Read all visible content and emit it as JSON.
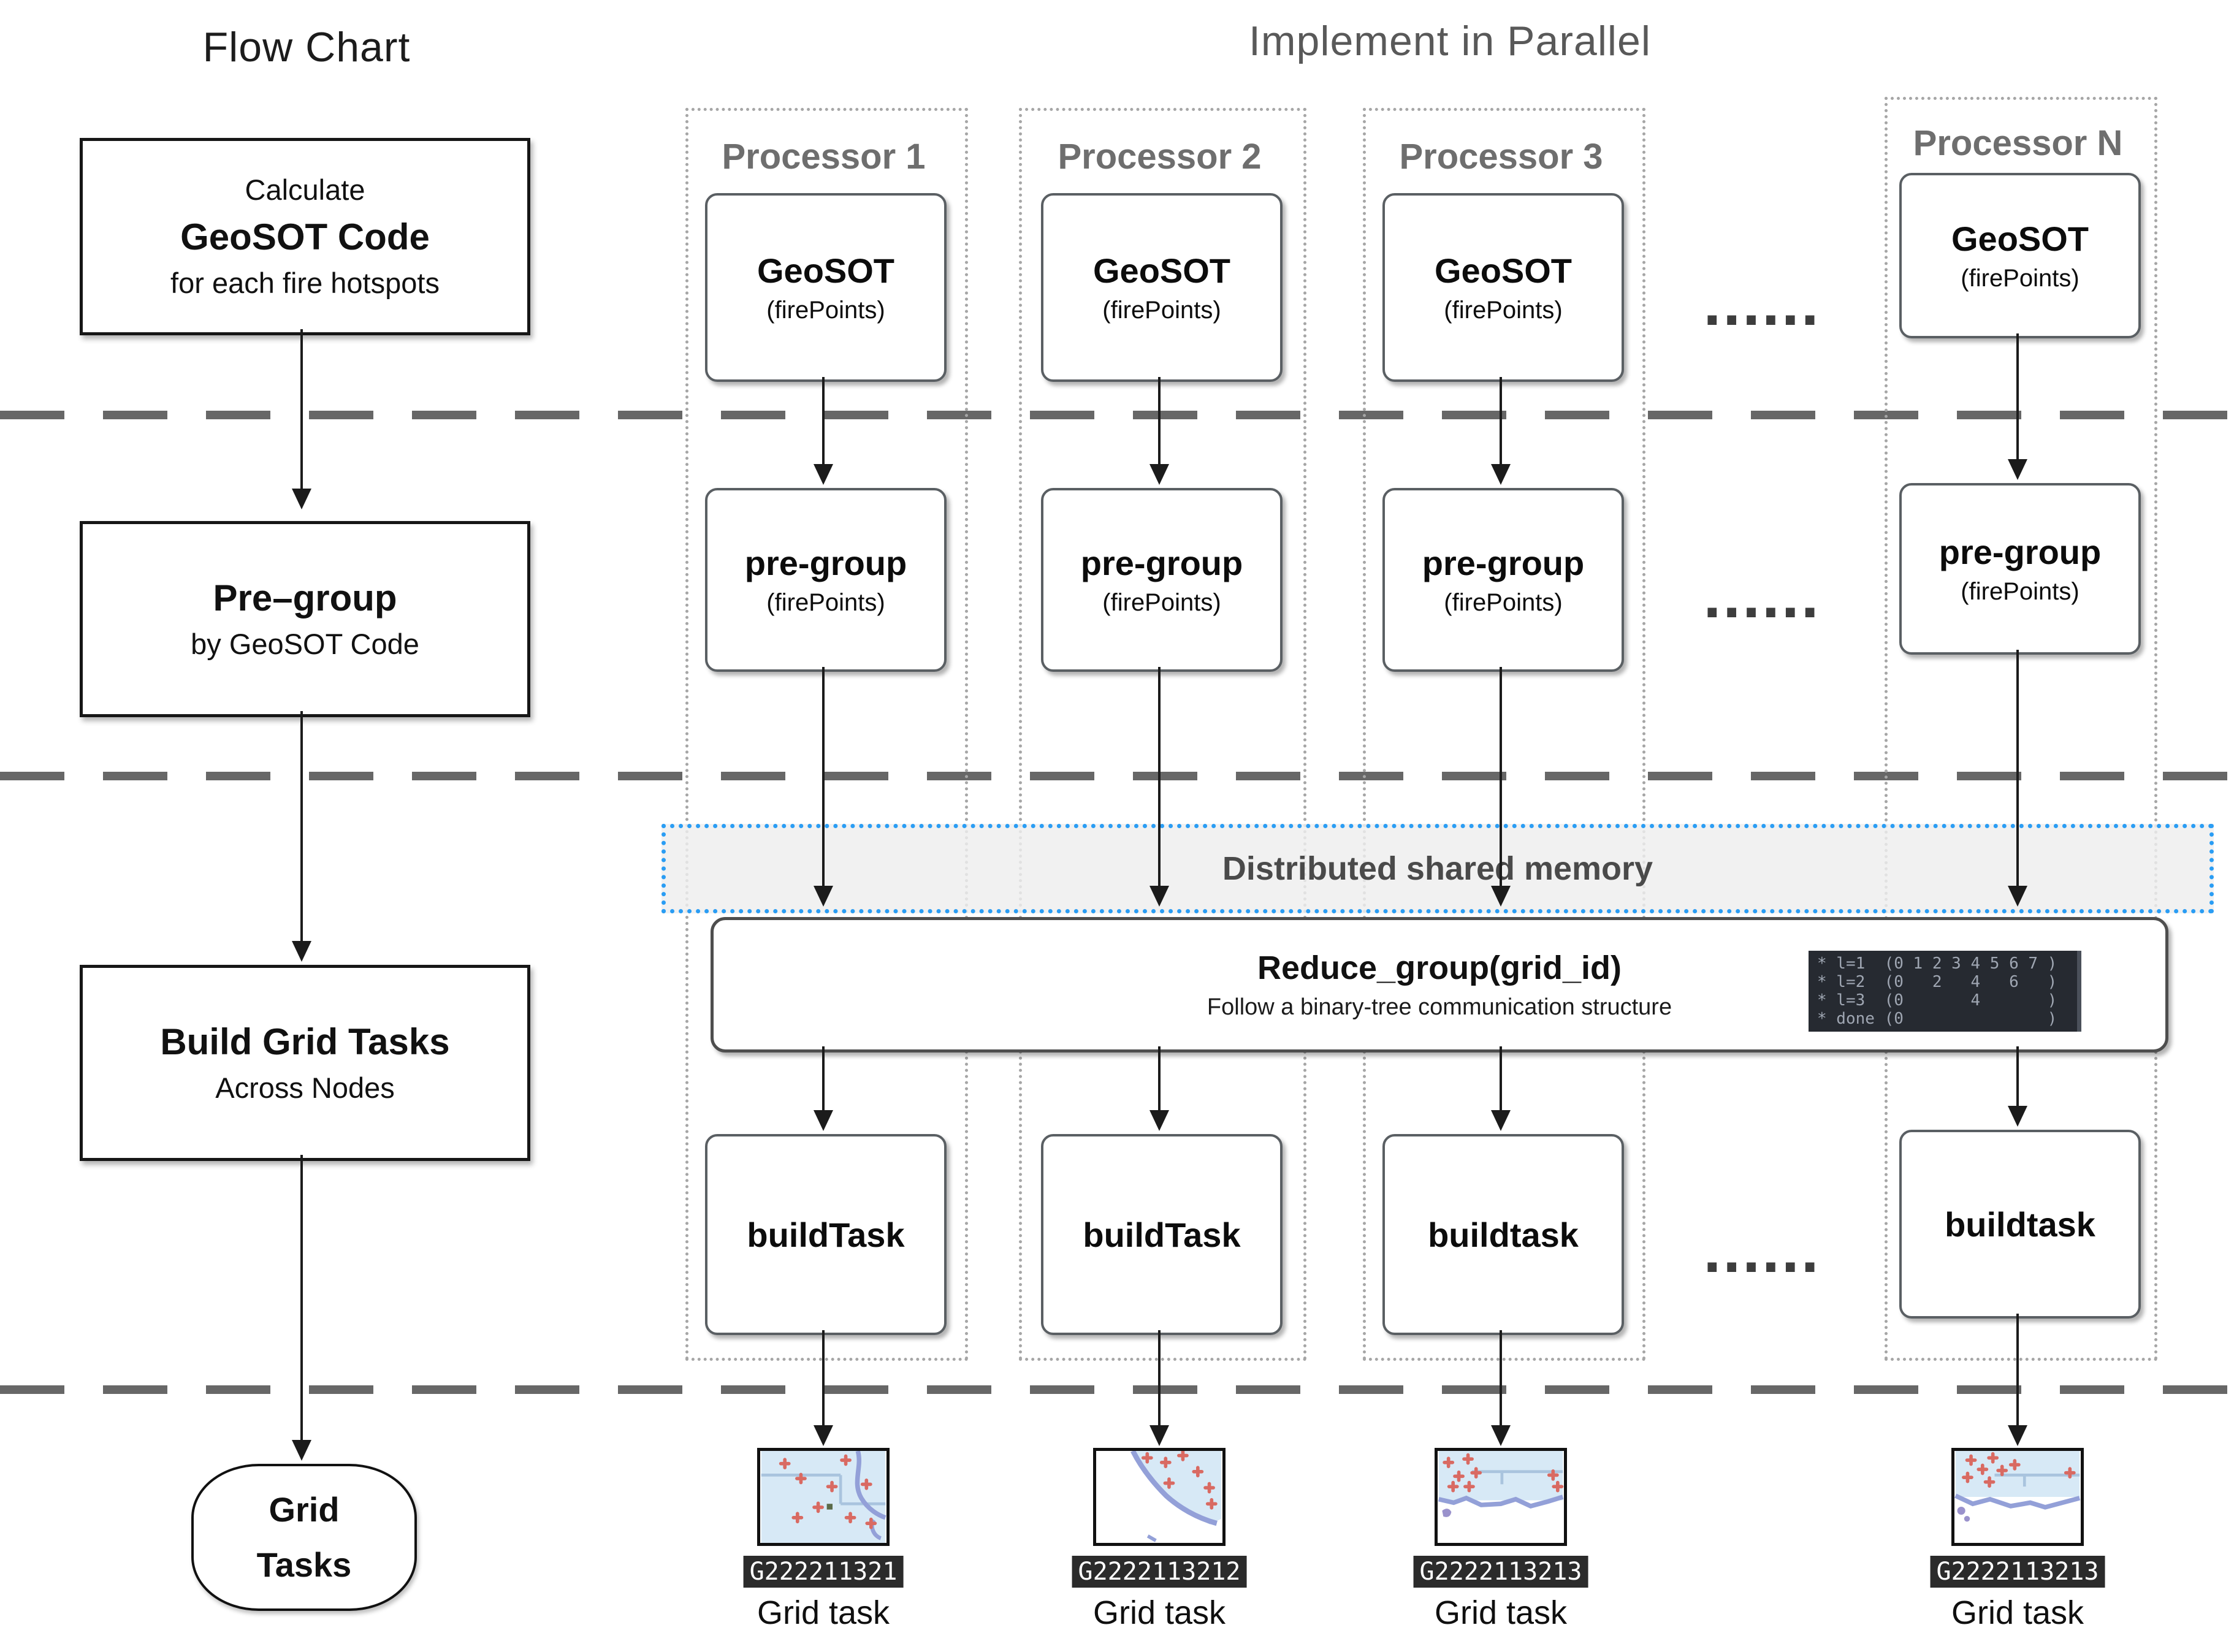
{
  "titles": {
    "flow_chart": "Flow Chart",
    "parallel": "Implement in Parallel"
  },
  "flow": {
    "calculate": {
      "line1": "Calculate",
      "line2": "GeoSOT Code",
      "line3": "for each fire hotspots"
    },
    "pregroup": {
      "line1": "Pre–group",
      "line2": "by GeoSOT Code"
    },
    "build": {
      "line1": "Build Grid Tasks",
      "line2": "Across Nodes"
    },
    "terminal": {
      "line1": "Grid",
      "line2": "Tasks"
    }
  },
  "parallel": {
    "shared_memory_label": "Distributed shared memory",
    "reduce": {
      "title": "Reduce_group(grid_id)",
      "subtitle": "Follow a binary-tree communication structure",
      "console": [
        "* l=1  (0 1 2 3 4 5 6 7 )",
        "* l=2  (0   2   4   6   )",
        "* l=3  (0       4       )",
        "* done (0               )"
      ]
    },
    "ellipsis": "......",
    "processors": [
      {
        "label": "Processor 1",
        "geosot": "GeoSOT",
        "geosot_sub": "(firePoints)",
        "pregroup": "pre-group",
        "pregroup_sub": "(firePoints)",
        "buildtask": "buildTask",
        "grid_code": "G222211321",
        "grid_caption": "Grid task"
      },
      {
        "label": "Processor 2",
        "geosot": "GeoSOT",
        "geosot_sub": "(firePoints)",
        "pregroup": "pre-group",
        "pregroup_sub": "(firePoints)",
        "buildtask": "buildTask",
        "grid_code": "G2222113212",
        "grid_caption": "Grid task"
      },
      {
        "label": "Processor 3",
        "geosot": "GeoSOT",
        "geosot_sub": "(firePoints)",
        "pregroup": "pre-group",
        "pregroup_sub": "(firePoints)",
        "buildtask": "buildtask",
        "grid_code": "G2222113213",
        "grid_caption": "Grid task"
      },
      {
        "label": "Processor N",
        "geosot": "GeoSOT",
        "geosot_sub": "(firePoints)",
        "pregroup": "pre-group",
        "pregroup_sub": "(firePoints)",
        "buildtask": "buildtask",
        "grid_code": "G2222113213",
        "grid_caption": "Grid task"
      }
    ]
  },
  "colors": {
    "accent_blue": "#2a9df4",
    "separator_gray": "#676767",
    "column_border_gray": "#a6a6a6",
    "processor_label_gray": "#6e6e6e",
    "band_bg": "#eeeeee",
    "console_bg": "#262a31",
    "console_text": "#9fa6b2",
    "map_sea": "#d7e9f6",
    "map_coast": "#93a0d8",
    "fire_marker_red": "#d96a62"
  }
}
